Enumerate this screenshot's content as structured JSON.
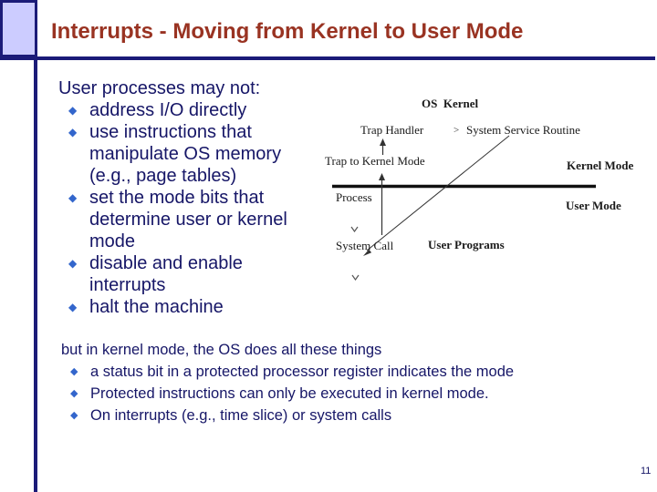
{
  "slide": {
    "title": "Interrupts - Moving from Kernel to User Mode",
    "page_number": "11"
  },
  "ui": {
    "bullet_glyph": "◆",
    "accent_navy": "#1b1b78",
    "corner_fill": "#ccccff",
    "title_color": "#993322",
    "body_color": "#161667",
    "bullet_color": "#3366cc"
  },
  "block1": {
    "intro": "User processes may not:",
    "bullets": [
      {
        "text": "address I/O directly"
      },
      {
        "text": "use instructions that\nmanipulate OS memory\n(e.g., page tables)"
      },
      {
        "text": "set the mode bits that\ndetermine user or kernel\nmode"
      },
      {
        "text": "disable and enable\ninterrupts"
      },
      {
        "text": "halt the machine"
      }
    ]
  },
  "block2": {
    "intro": "but in kernel mode, the OS does all these things",
    "bullets": [
      {
        "text": "a status bit in a protected processor register indicates the mode"
      },
      {
        "text": "Protected instructions can only be executed in kernel mode."
      },
      {
        "text": "On interrupts (e.g., time slice) or system calls"
      }
    ]
  },
  "diagram": {
    "arrow_glyph": ">",
    "labels": {
      "os_kernel": "OS  Kernel",
      "trap_handler": "Trap Handler",
      "service_routine": "System Service Routine",
      "trap_to_kernel": "Trap to Kernel Mode",
      "kernel_mode": "Kernel Mode",
      "process": "Process",
      "user_mode": "User Mode",
      "system_call": "System Call",
      "user_programs": "User Programs"
    }
  }
}
